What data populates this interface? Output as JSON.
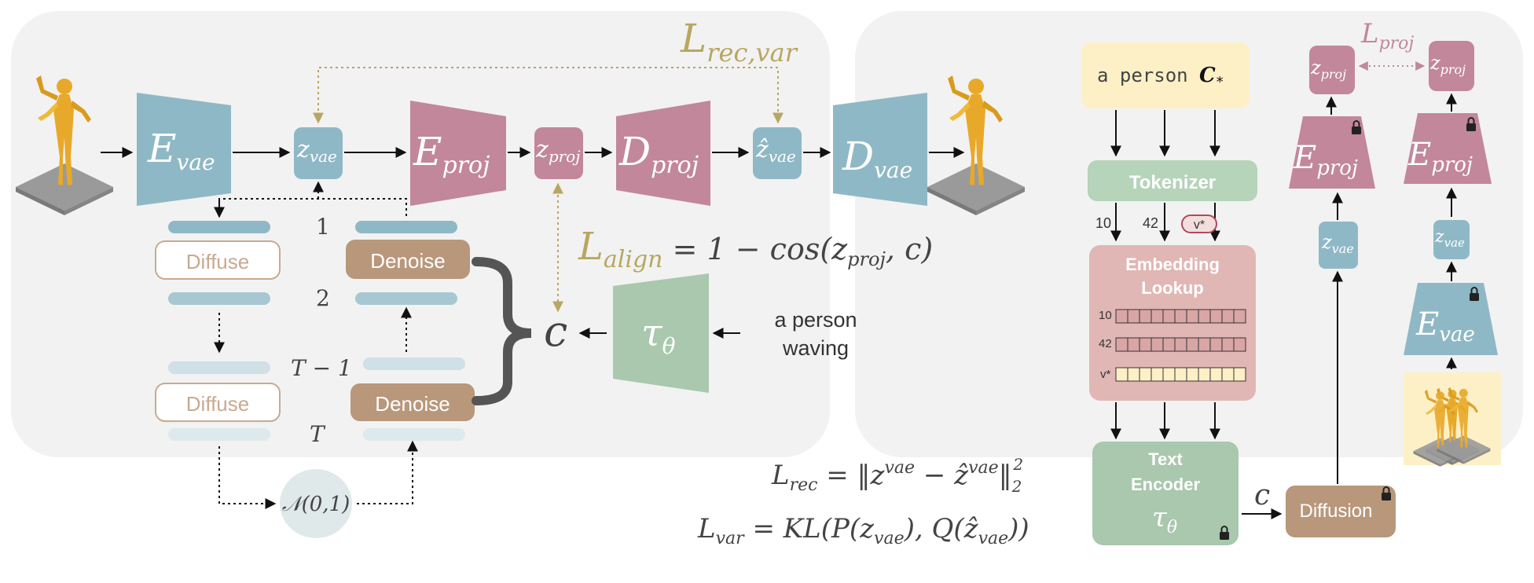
{
  "colors": {
    "panel_bg": "#f2f2f2",
    "vae_blue": "#8fb8c6",
    "proj_pink": "#c2879a",
    "tau_green": "#a9c8ad",
    "denoise_brown": "#b8977b",
    "diffuse_stroke": "#c8aa90",
    "noisy_bar_light": "#cfe0e6",
    "loss_olive": "#b7a760",
    "prompt_yellow": "#fdf0c6",
    "embed_pink": "#e0b7b4",
    "tokenizer_green": "#b5d4ba"
  },
  "left": {
    "figure_left_icon": "waving-figure-image",
    "figure_right_icon": "waving-figure-image",
    "e_vae": {
      "main": "E",
      "sub": "vae"
    },
    "z_vae": {
      "main": "z",
      "sub": "vae"
    },
    "e_proj": {
      "main": "E",
      "sub": "proj"
    },
    "z_proj": {
      "main": "z",
      "sub": "proj"
    },
    "d_proj": {
      "main": "D",
      "sub": "proj"
    },
    "zhat_vae": {
      "main": "ẑ",
      "sub": "vae"
    },
    "d_vae": {
      "main": "D",
      "sub": "vae"
    },
    "l_recvar": {
      "main": "L",
      "sub": "rec,var"
    },
    "step_labels": [
      "1",
      "2",
      "T − 1",
      "T"
    ],
    "diffuse_1": "Diffuse",
    "diffuse_2": "Diffuse",
    "denoise_1": "Denoise",
    "denoise_2": "Denoise",
    "c_label": "c",
    "tau": {
      "main": "τ",
      "sub": "θ"
    },
    "prompt_line1": "a person",
    "prompt_line2": "waving",
    "noise_label": "𝒩(0,1)",
    "l_align": {
      "main": "L",
      "sub": "align",
      "rest": " = 1 − cos(z",
      "rest_sub": "proj",
      "tail": ", c)"
    },
    "l_rec": {
      "main": "L",
      "sub": "rec",
      "eq": " = ‖z",
      "sup1": "vae",
      "mid": " − ẑ",
      "sup2": "vae",
      "end": "‖",
      "sub2": "2",
      "sup3": "2"
    },
    "l_var": {
      "main": "L",
      "sub": "var",
      "eq": " = KL(P(z",
      "sub_a": "vae",
      "mid": "), Q(ẑ",
      "sub_b": "vae",
      "end": "))"
    }
  },
  "right": {
    "prompt_text": "a person ",
    "prompt_token": "C",
    "prompt_token_sub": "*",
    "tokenizer": "Tokenizer",
    "tok_ids": [
      "10",
      "42"
    ],
    "tok_special": "v*",
    "embedding_line1": "Embedding",
    "embedding_line2": "Lookup",
    "embed_rows": [
      "10",
      "42",
      "v*"
    ],
    "text_encoder_line1": "Text",
    "text_encoder_line2": "Encoder",
    "tau": {
      "main": "τ",
      "sub": "θ"
    },
    "c_label": "c",
    "diffusion": "Diffusion",
    "z_proj_a": {
      "main": "z",
      "sub": "proj"
    },
    "z_proj_b": {
      "main": "z",
      "sub": "proj"
    },
    "l_proj": {
      "main": "L",
      "sub": "proj"
    },
    "e_proj_a": {
      "main": "E",
      "sub": "proj"
    },
    "e_proj_b": {
      "main": "E",
      "sub": "proj"
    },
    "z_vae_a": {
      "main": "z",
      "sub": "vae"
    },
    "z_vae_b": {
      "main": "z",
      "sub": "vae"
    },
    "e_vae": {
      "main": "E",
      "sub": "vae"
    },
    "motion_icon": "multi-pose-figure-image",
    "lock_icon": "lock-icon"
  }
}
